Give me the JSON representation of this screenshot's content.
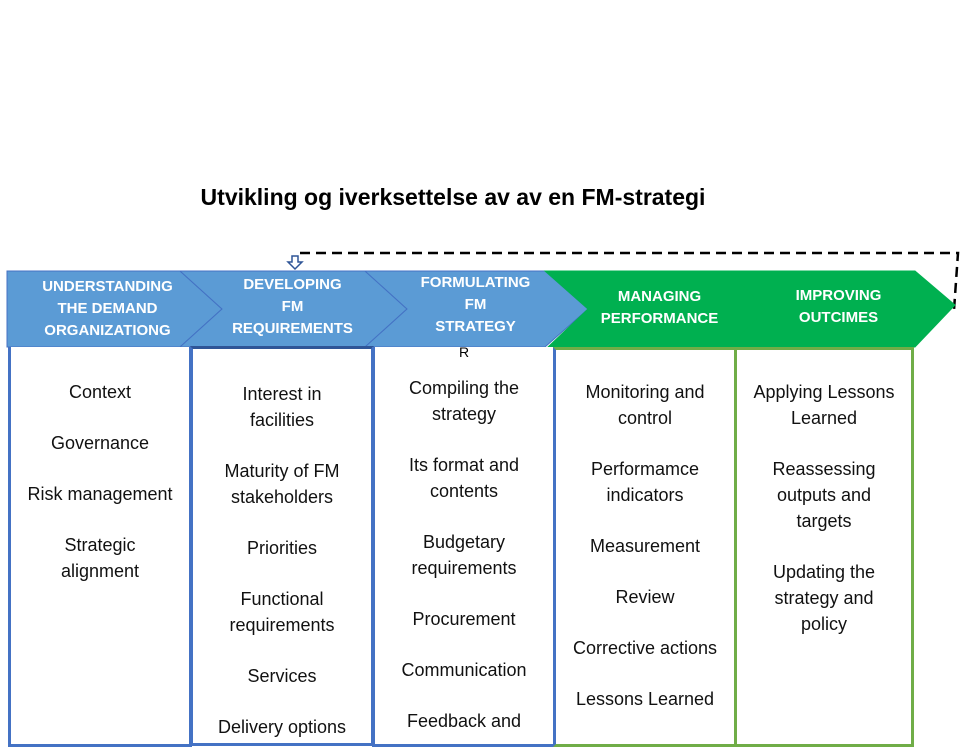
{
  "title": "Utvikling og iverksettelse av av en FM-strategi",
  "colors": {
    "blue": "#5b9bd5",
    "blue_border": "#4472c4",
    "green": "#00b050",
    "green_border": "#70ad47"
  },
  "stages": [
    {
      "label_lines": [
        "UNDERSTANDING",
        "THE DEMAND",
        "ORGANIZATIONG"
      ],
      "items": [
        "Context",
        "Governance",
        "Risk management",
        "Strategic alignment"
      ]
    },
    {
      "label_lines": [
        "DEVELOPING",
        "FM",
        "REQUIREMENTS"
      ],
      "items": [
        "Interest in facilities",
        "Maturity of FM stakeholders",
        "Priorities",
        "Functional requirements",
        "Services",
        "Delivery options"
      ]
    },
    {
      "label_lines": [
        "FORMULATING",
        "FM",
        "STRATEGY"
      ],
      "items": [
        "Compiling the strategy",
        "Its format and contents",
        "Budgetary requirements",
        "Procurement",
        "Communication",
        "Feedback and"
      ]
    },
    {
      "label_lines": [
        "MANAGING",
        "PERFORMANCE"
      ],
      "items": [
        "Monitoring and control",
        "Performamce indicators",
        "Measurement",
        "Review",
        "Corrective actions",
        "Lessons Learned"
      ]
    },
    {
      "label_lines": [
        "IMPROVING",
        "OUTCIMES"
      ],
      "items": [
        "Applying Lessons Learned",
        "Reassessing outputs and targets",
        "Updating the strategy and policy"
      ]
    }
  ],
  "stray_letter": "R"
}
